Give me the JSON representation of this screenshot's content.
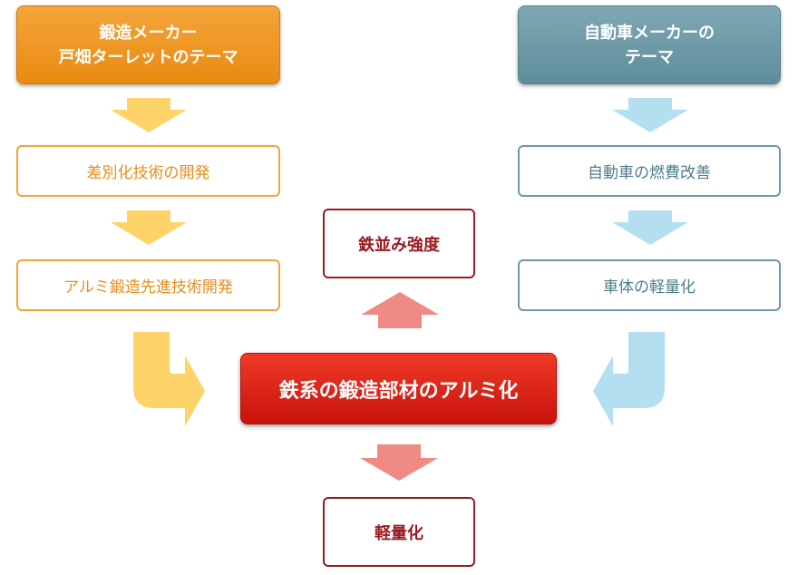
{
  "left_column": {
    "header_line1": "鍛造メーカー",
    "header_line2": "戸畑ターレットのテーマ",
    "step1": "差別化技術の開発",
    "step2": "アルミ鍛造先進技術開発"
  },
  "right_column": {
    "header_line1": "自動車メーカーの",
    "header_line2": "テーマ",
    "step1": "自動車の燃費改善",
    "step2": "車体の軽量化"
  },
  "center": {
    "main": "鉄系の鍛造部材のアルミ化",
    "top_result": "鉄並み強度",
    "bottom_result": "軽量化"
  },
  "colors": {
    "orange": "#e98a12",
    "teal": "#5e8d9a",
    "red": "#c8120c",
    "dark_red": "#9b1b22",
    "light_orange_arrow": "#fdd36a",
    "light_blue_arrow": "#b4dff0",
    "pink_arrow": "#ef8a84"
  }
}
